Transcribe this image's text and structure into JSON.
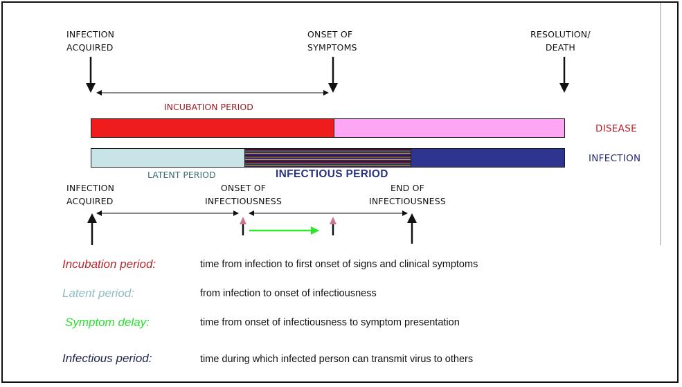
{
  "top_events": {
    "infection_acquired": [
      "INFECTION",
      "ACQUIRED"
    ],
    "onset_of_symptoms": [
      "ONSET OF",
      "SYMPTOMS"
    ],
    "resolution_death": [
      "RESOLUTION/",
      "DEATH"
    ]
  },
  "bottom_events": {
    "infection_acquired": [
      "INFECTION",
      "ACQUIRED"
    ],
    "onset_of_infectiousness": [
      "ONSET OF",
      "INFECTIOUSNESS"
    ],
    "end_of_infectiousness": [
      "END  OF",
      "INFECTIOUSNESS"
    ]
  },
  "bars": {
    "incubation_label": "INCUBATION PERIOD",
    "latent_label": "LATENT PERIOD",
    "infectious_label": "INFECTIOUS PERIOD",
    "disease_label": "DISEASE",
    "infection_label": "INFECTION"
  },
  "legend": [
    {
      "term": "Incubation period:",
      "definition": "time from infection to first onset of signs and clinical symptoms",
      "color": "#b3262c"
    },
    {
      "term": "Latent period:",
      "definition": "from infection to onset of infectiousness",
      "color": "#8fbcc4"
    },
    {
      "term": "Symptom delay:",
      "definition": "time from onset of infectiousness to symptom presentation",
      "color": "#27e02c"
    },
    {
      "term": "Infectious period:",
      "definition": "time during which infected person can transmit virus to others",
      "color": "#20264d"
    }
  ],
  "colors": {
    "disease_early": "#ee1c1c",
    "disease_late": "#fca6f4",
    "latent": "#c9e4e6",
    "infectious_late": "#2e3590",
    "disease_text": "#b0202a",
    "infection_text": "#23296b",
    "incubation_text": "#9a1b22",
    "latent_text": "#3b6a74",
    "arrow_green": "#2ee62e"
  }
}
